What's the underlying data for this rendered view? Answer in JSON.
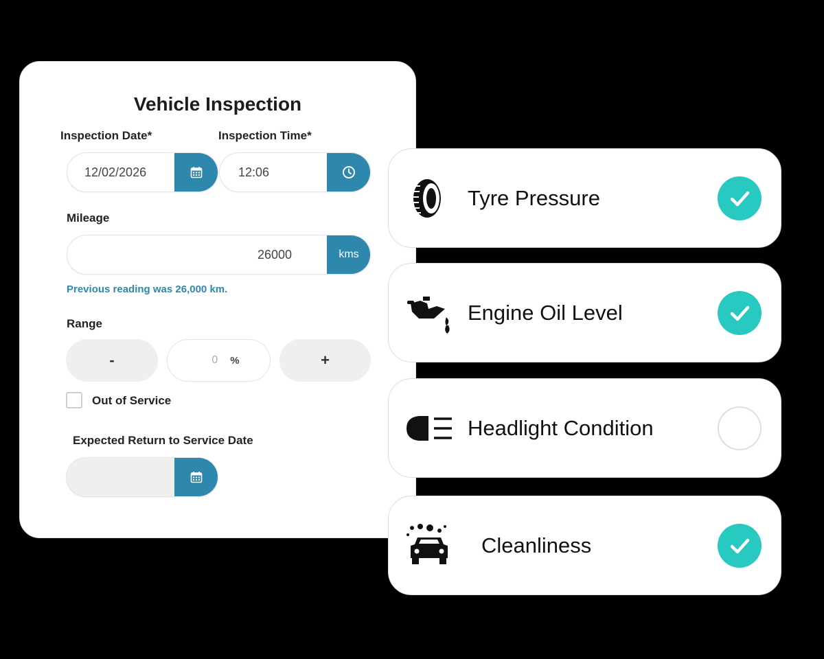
{
  "form": {
    "title": "Vehicle Inspection",
    "inspection_date": {
      "label": "Inspection Date*",
      "value": "12/02/2026"
    },
    "inspection_time": {
      "label": "Inspection Time*",
      "value": "12:06"
    },
    "mileage": {
      "label": "Mileage",
      "value": "26000",
      "unit": "kms",
      "hint": "Previous reading was 26,000 km."
    },
    "range": {
      "label": "Range",
      "decrement_label": "-",
      "value": "0",
      "unit": "%",
      "increment_label": "+"
    },
    "out_of_service": {
      "label": "Out of Service",
      "checked": false
    },
    "return_date": {
      "label": "Expected Return to Service Date",
      "value": ""
    }
  },
  "checklist": [
    {
      "label": "Tyre Pressure",
      "icon": "tyre-icon",
      "checked": true
    },
    {
      "label": "Engine Oil Level",
      "icon": "oil-can-icon",
      "checked": true
    },
    {
      "label": "Headlight Condition",
      "icon": "headlight-icon",
      "checked": false
    },
    {
      "label": "Cleanliness",
      "icon": "car-wash-icon",
      "checked": true
    }
  ],
  "colors": {
    "accent": "#2e87ad",
    "check": "#28c9c0"
  }
}
